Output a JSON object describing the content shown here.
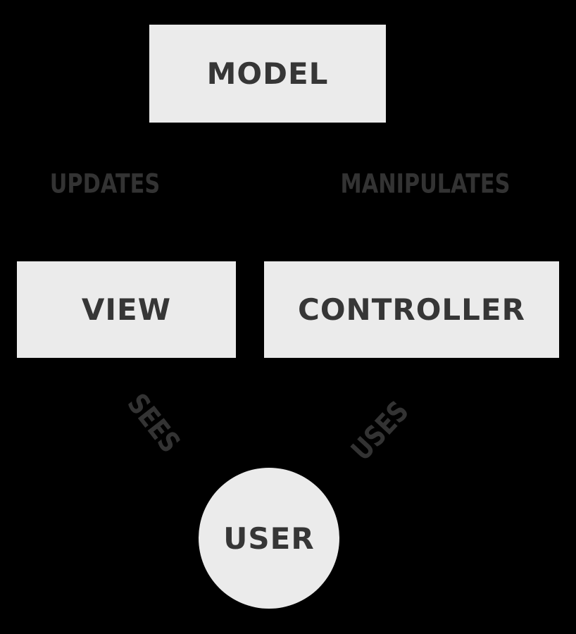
{
  "diagram": {
    "background_color": "#000000",
    "node_fill_color": "#ebebeb",
    "node_text_color": "#363636",
    "relation_text_color": "#333333",
    "nodes": {
      "model": {
        "label": "MODEL",
        "shape": "rectangle"
      },
      "view": {
        "label": "VIEW",
        "shape": "rectangle"
      },
      "controller": {
        "label": "CONTROLLER",
        "shape": "rectangle"
      },
      "user": {
        "label": "USER",
        "shape": "circle"
      }
    },
    "relations": {
      "updates": {
        "label": "UPDATES",
        "from": "model",
        "to": "view",
        "rotation_deg": 0
      },
      "manipulates": {
        "label": "MANIPULATES",
        "from": "controller",
        "to": "model",
        "rotation_deg": 0
      },
      "sees": {
        "label": "SEES",
        "from": "user",
        "to": "view",
        "rotation_deg": 52
      },
      "uses": {
        "label": "USES",
        "from": "user",
        "to": "controller",
        "rotation_deg": -47
      }
    }
  }
}
